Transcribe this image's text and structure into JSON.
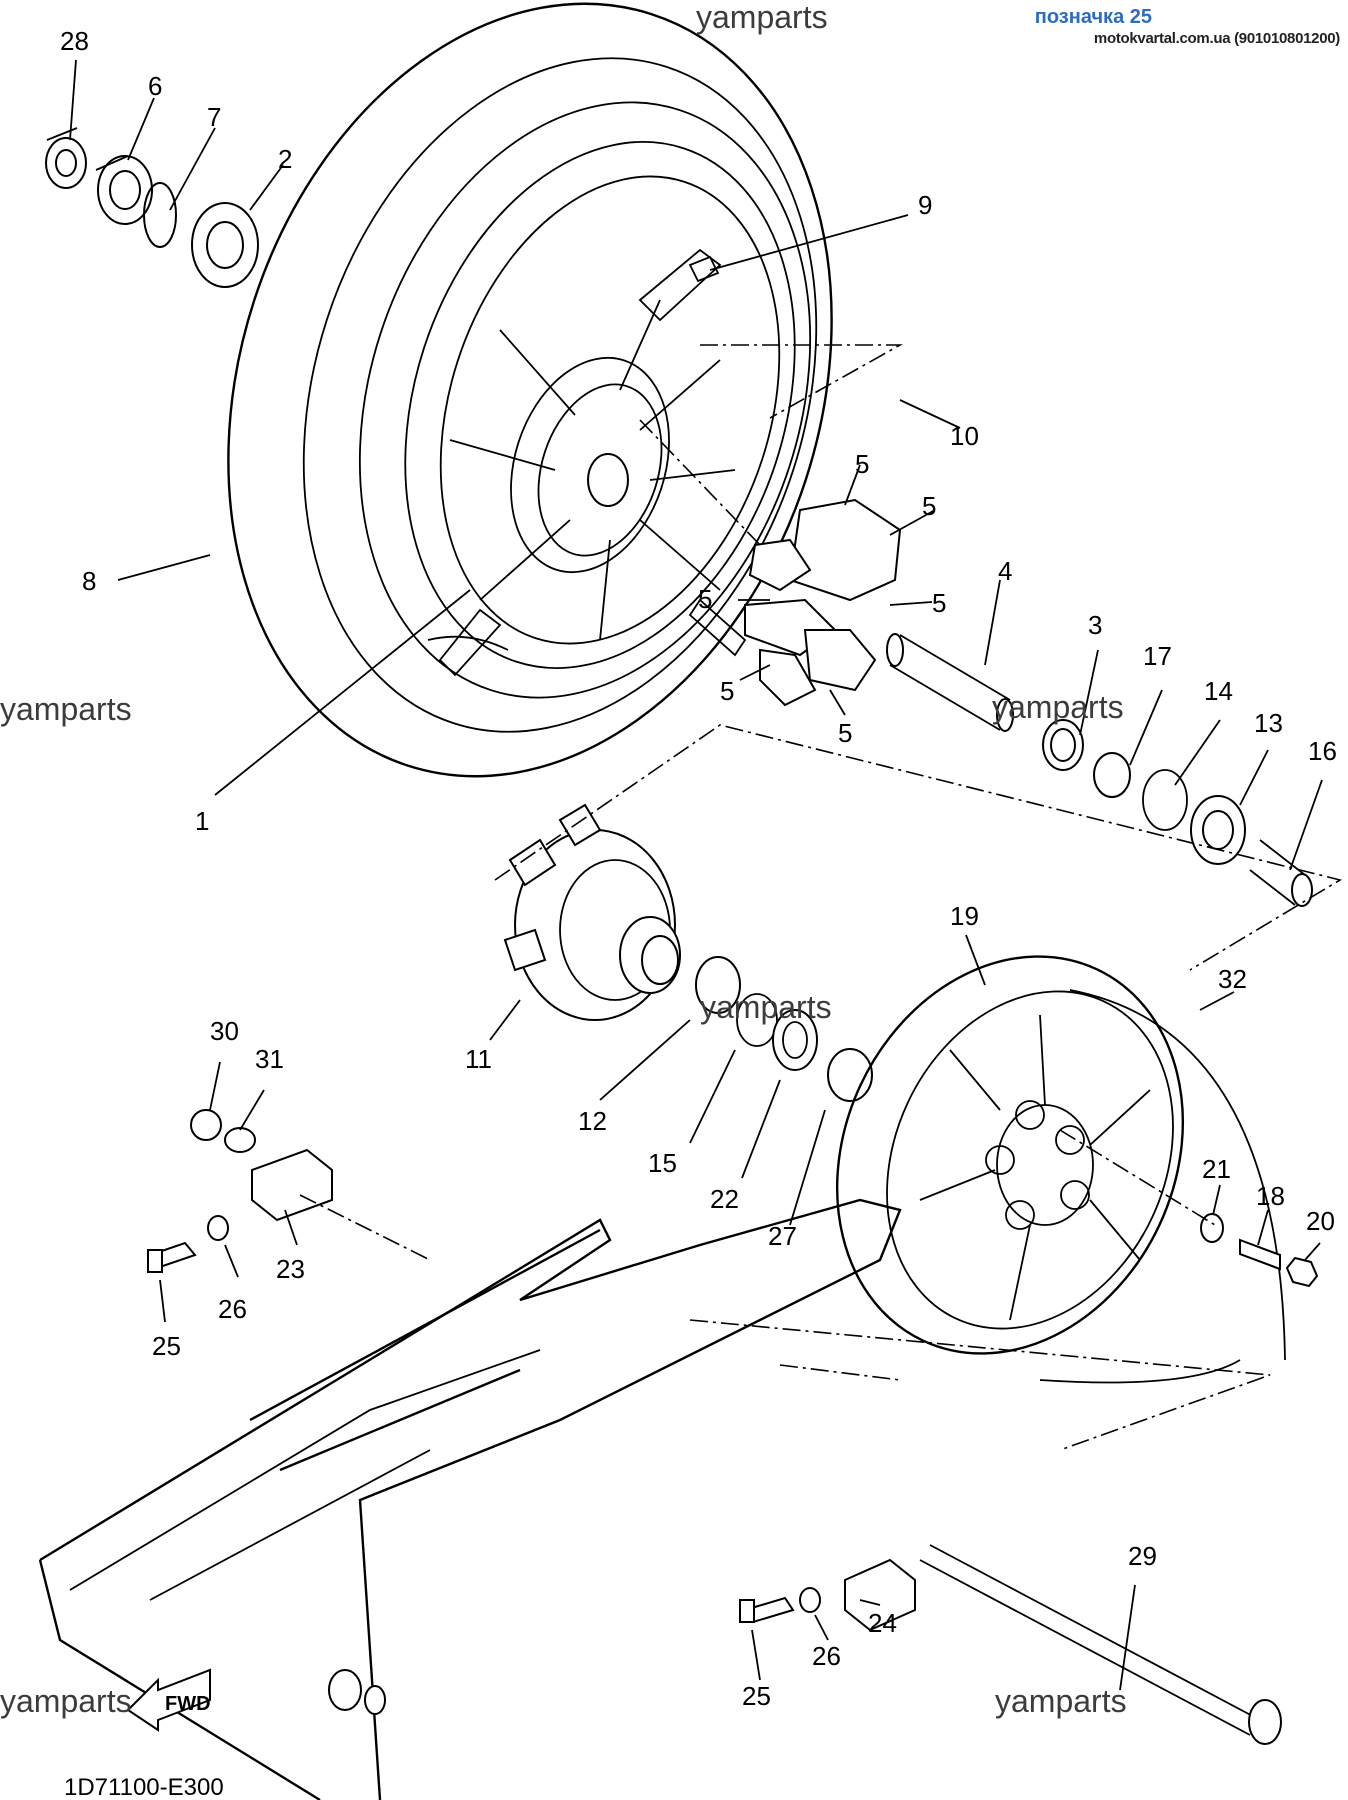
{
  "header": {
    "title": "позначка 25",
    "subtitle": "motokvartal.com.ua (901010801200)"
  },
  "watermarks": [
    "yamparts",
    "yamparts",
    "yamparts",
    "yamparts",
    "yamparts",
    "yamparts"
  ],
  "diagram_code": "1D71100-E300",
  "fwd_label": "FWD",
  "callouts": {
    "c28": "28",
    "c6": "6",
    "c7": "7",
    "c2": "2",
    "c9": "9",
    "c10": "10",
    "c8": "8",
    "c5a": "5",
    "c5b": "5",
    "c5c": "5",
    "c5d": "5",
    "c5e": "5",
    "c5f": "5",
    "c4": "4",
    "c3": "3",
    "c17": "17",
    "c14": "14",
    "c13": "13",
    "c16": "16",
    "c1": "1",
    "c19": "19",
    "c32": "32",
    "c11": "11",
    "c12": "12",
    "c15": "15",
    "c22": "22",
    "c27": "27",
    "c30": "30",
    "c31": "31",
    "c23": "23",
    "c26a": "26",
    "c25a": "25",
    "c21": "21",
    "c18": "18",
    "c20": "20",
    "c29": "29",
    "c24": "24",
    "c26b": "26",
    "c25b": "25"
  }
}
